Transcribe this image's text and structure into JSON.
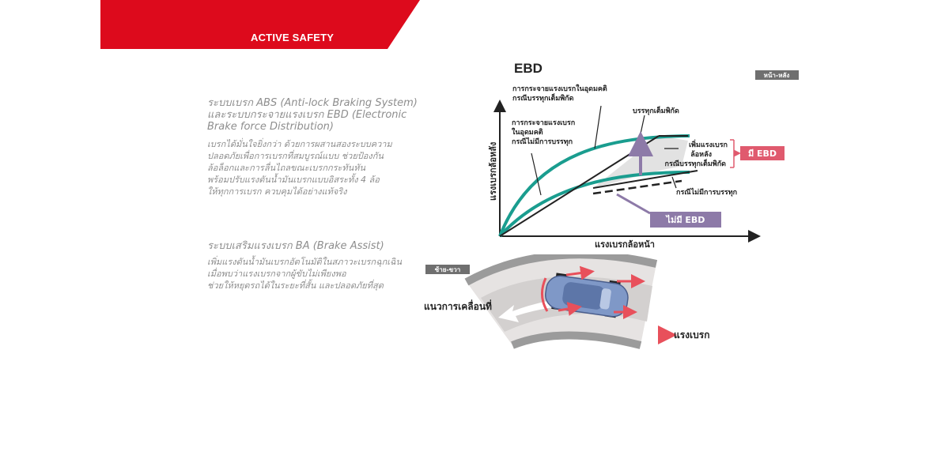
{
  "header": {
    "section_label": "ACTIVE SAFETY",
    "accent_color": "#dd0a1c"
  },
  "abs_section": {
    "title_lines": [
      "ระบบเบรก ABS (Anti-lock Braking System)",
      "และระบบกระจายแรงเบรก EBD (Electronic",
      "Brake force Distribution)"
    ],
    "body_lines": [
      "เบรกได้มั่นใจยิ่งกว่า ด้วยการผสานสองระบบความ",
      "ปลอดภัยเพื่อการเบรกที่สมบูรณ์แบบ ช่วยป้องกัน",
      "ล้อล็อกและการลื่นไถลขณะเบรกกระทันหัน",
      "พร้อมปรับแรงดันน้ำมันเบรกแบบอิสระทั้ง 4 ล้อ",
      "ให้ทุกการเบรก ควบคุมได้อย่างแท้จริง"
    ]
  },
  "ba_section": {
    "title": "ระบบเสริมแรงเบรก BA (Brake Assist)",
    "body_lines": [
      "เพิ่มแรงดันน้ำมันเบรกอัตโนมัติในสภาวะเบรกฉุกเฉิน",
      "เมื่อพบว่าแรงเบรกจากผู้ขับไม่เพียงพอ",
      "ช่วยให้หยุดรถได้ในระยะที่สั้น และปลอดภัยที่สุด"
    ]
  },
  "ebd_diagram": {
    "title": "EBD",
    "tag": "หน้า-หลัง",
    "y_axis_label": "แรงเบรกล้อหลัง",
    "x_axis_label": "แรงเบรกล้อหน้า",
    "callout_ideal_full_lines": [
      "การกระจายแรงเบรกในอุดมคติ",
      "กรณีบรรทุกเต็มพิกัด"
    ],
    "callout_ideal_empty_lines": [
      "การกระจายแรงเบรก",
      "ในอุดมคติ",
      "กรณีไม่มีการบรรทุก"
    ],
    "label_full_load": "บรรทุกเต็มพิกัด",
    "label_increase_lines": [
      "เพิ่มแรงเบรก",
      "ล้อหลัง",
      "กรณีบรรทุกเต็มพิกัด"
    ],
    "label_no_load": "กรณีไม่มีการบรรทุก",
    "badge_with_ebd": "มี EBD",
    "badge_without_ebd": "ไม่มี EBD",
    "curve_color": "#1a9d8f",
    "with_ebd_color": "#e05a6e",
    "without_ebd_color": "#8d7aa8"
  },
  "ba_diagram": {
    "tag": "ซ้าย-ขวา",
    "direction_label": "แนวการเคลื่อนที่",
    "legend_label": "แรงเบรก",
    "arrow_color": "#e8505b",
    "car_color": "#7f98c7"
  }
}
